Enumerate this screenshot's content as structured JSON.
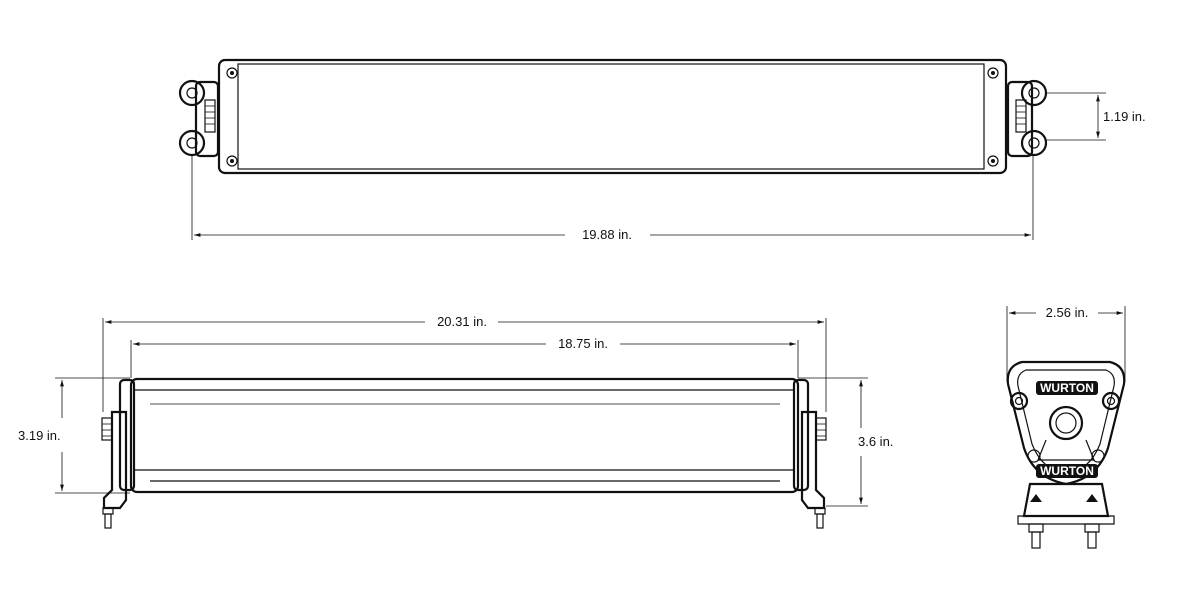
{
  "dimensions": {
    "top_overall": "19.88 in.",
    "top_bracket_spacing": "1.19 in.",
    "front_overall": "20.31 in.",
    "front_housing": "18.75 in.",
    "front_height_left": "3.19 in.",
    "front_height_right": "3.6 in.",
    "side_width": "2.56 in."
  },
  "branding": {
    "logo_top": "WURTON",
    "logo_bottom": "WURTON"
  },
  "colors": {
    "ink": "#111111",
    "paper": "#ffffff"
  }
}
